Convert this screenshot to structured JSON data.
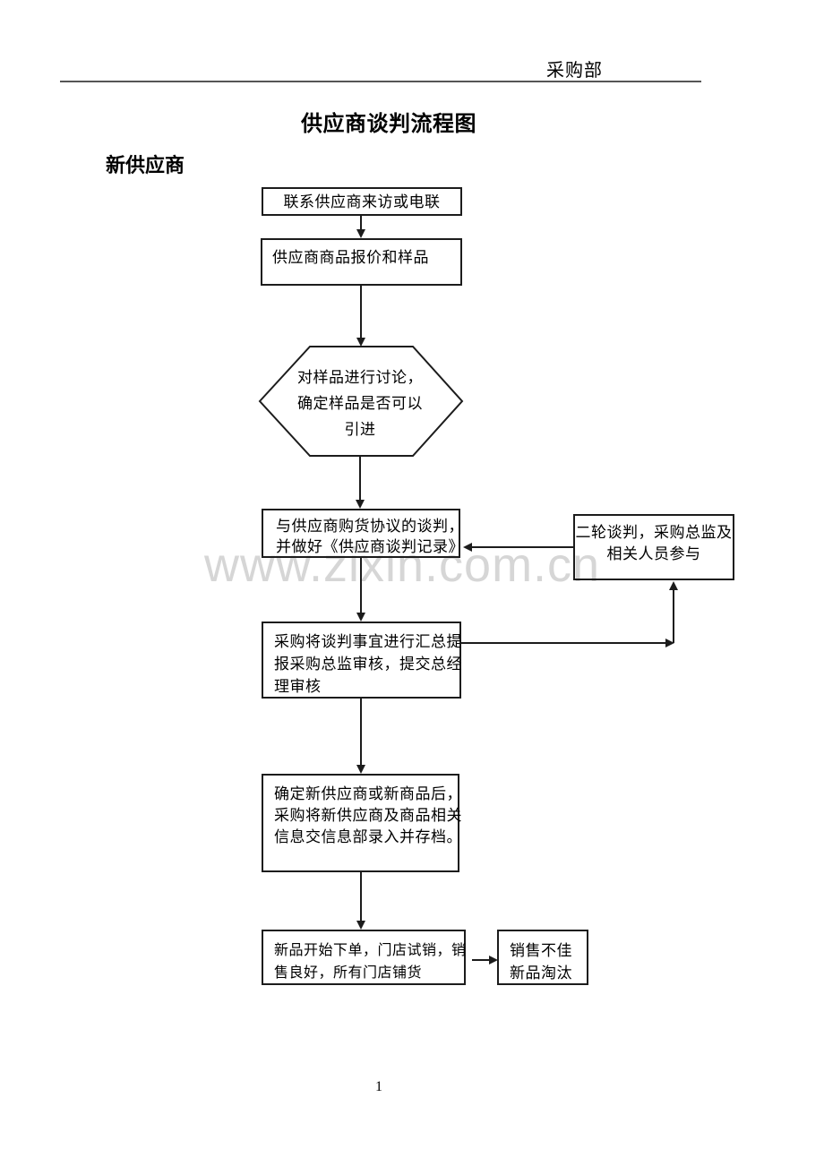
{
  "page": {
    "header_department": "采购部",
    "title": "供应商谈判流程图",
    "section_heading": "新供应商",
    "watermark": "www.zixin.com.cn",
    "page_number": "1"
  },
  "flowchart": {
    "nodes": {
      "contact_supplier": "联系供应商来访或电联",
      "quote_and_sample": "供应商商品报价和样品",
      "sample_discussion": "对样品进行讨论，\n确定样品是否可以\n引进",
      "purchase_negotiation": "与供应商购货协议的谈判，\n并做好《供应商谈判记录》",
      "second_round": "二轮谈判，采购总监及\n相关人员参与",
      "summary_review": "采购将谈判事宜进行汇总提\n报采购总监审核，提交总经\n理审核",
      "record_archive": "确定新供应商或新商品后，\n采购将新供应商及商品相关\n信息交信息部录入并存档。",
      "trial_sale": "新品开始下单，门店试销，销\n售良好，所有门店铺货",
      "eliminate": "销售不佳\n新品淘汰"
    }
  }
}
